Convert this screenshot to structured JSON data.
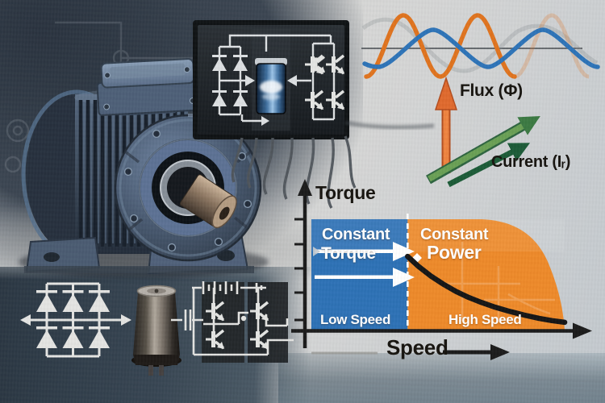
{
  "scene_title": "Electric motor drive illustration: rectifier, DC-link, inverter, and torque-speed characteristic",
  "labels": {
    "flux": "Flux (Φ)",
    "current": "Current (Iᵣ)",
    "torque_axis": "Torque",
    "speed_axis": "Speed",
    "constant_torque_line1": "Constant",
    "constant_torque_line2": "Torque",
    "constant_power_line1": "Constant",
    "constant_power_line2": "Power",
    "low_speed": "Low Speed",
    "high_speed": "High Speed"
  },
  "colors": {
    "region_constant_torque": "#2e72b6",
    "region_constant_power": "#ee8a2a",
    "wave_orange": "#e0741f",
    "wave_blue": "#2e74b8",
    "wave_grey": "#8c9196",
    "flux_arrow": "#ef8440",
    "current_arrow_main": "#6aa055",
    "current_arrow_secondary": "#1d5c38",
    "torque_curve": "#161616",
    "axis_black": "#1c1c1c",
    "trace_white": "#e4e5e3",
    "panel_dark": "#1d2226",
    "motor_blue": "#55698a"
  },
  "chart_data": {
    "type": "area",
    "title": "Torque vs Speed characteristic of motor drive",
    "xlabel": "Speed",
    "ylabel": "Torque",
    "grid": false,
    "base_speed_frac": 0.38,
    "regions": [
      {
        "label": "Constant Torque",
        "zone_label": "Low Speed",
        "x_frac": [
          0,
          0.38
        ],
        "fill": "#2e72b6",
        "torque_frac": 1.0
      },
      {
        "label": "Constant Power",
        "zone_label": "High Speed",
        "x_frac": [
          0.38,
          1.0
        ],
        "fill": "#ee8a2a",
        "torque_frac": "decaying"
      }
    ],
    "torque_curve_frac": {
      "x": [
        0.38,
        0.42,
        0.47,
        0.52,
        0.57,
        0.62,
        0.67,
        0.72,
        0.78,
        0.84,
        0.9,
        0.95,
        1.0
      ],
      "torque": [
        0.665,
        0.58,
        0.49,
        0.415,
        0.35,
        0.295,
        0.25,
        0.21,
        0.17,
        0.135,
        0.105,
        0.085,
        0.07
      ]
    },
    "annotations": [
      "Constant / Torque",
      "Constant / Power",
      "Low Speed",
      "High Speed"
    ],
    "curve_shape": "flat torque below base speed, hyperbolic decay above (constant power)"
  }
}
